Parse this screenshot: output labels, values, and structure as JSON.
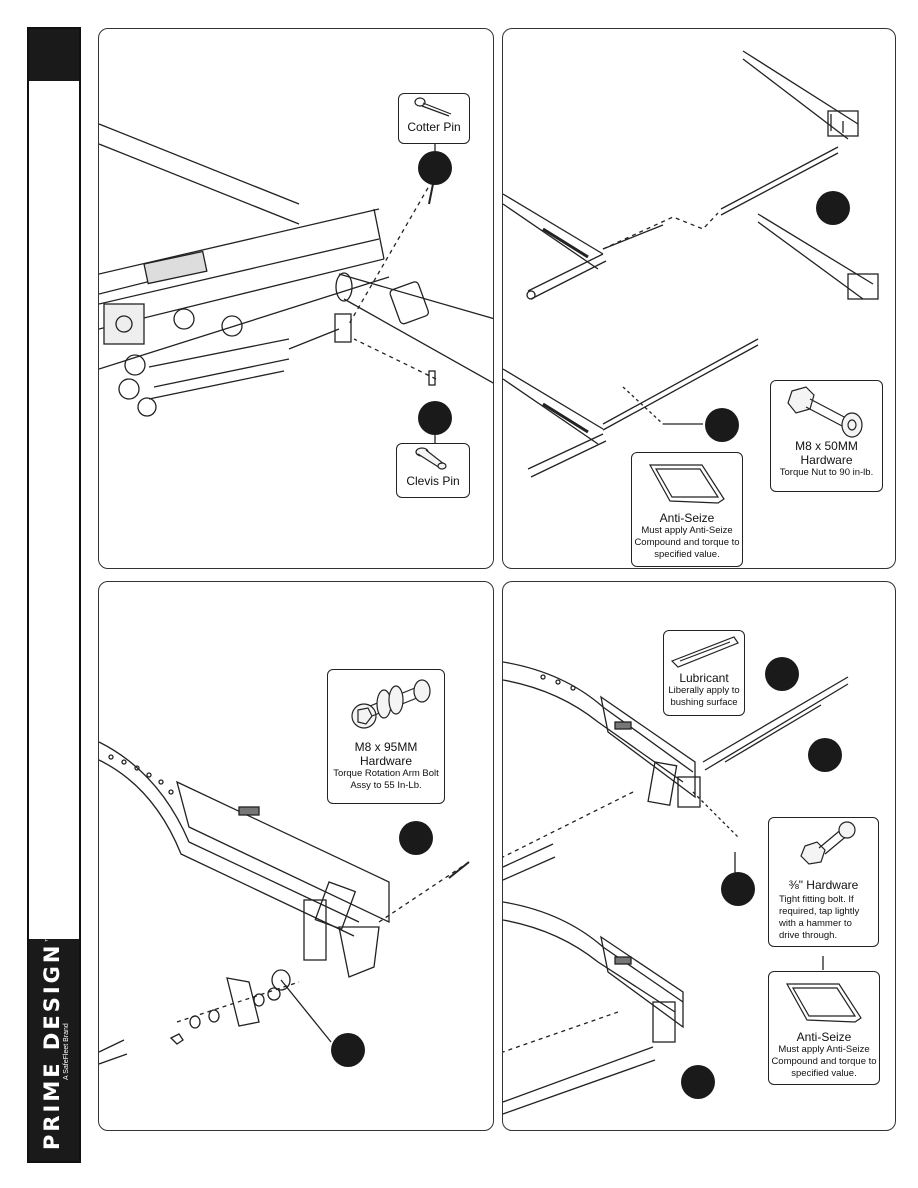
{
  "brand": {
    "name": "PRIME DESIGN",
    "tagline": "A SafeFleet Brand",
    "trademark": "™"
  },
  "panel1": {
    "cotter_pin": {
      "title": "Cotter Pin"
    },
    "clevis_pin": {
      "title": "Clevis Pin"
    }
  },
  "panel2": {
    "hardware": {
      "title": "M8 x 50MM\nHardware",
      "desc": "Torque Nut to 90 in-lb."
    },
    "anti_seize": {
      "title": "Anti-Seize",
      "desc": "Must apply Anti-Seize Compound and torque to specified value."
    }
  },
  "panel3": {
    "hardware": {
      "title": "M8 x 95MM\nHardware",
      "desc": "Torque Rotation Arm Bolt Assy to 55 In-Lb."
    }
  },
  "panel4": {
    "lubricant": {
      "title": "Lubricant",
      "desc": "Liberally apply to bushing surface"
    },
    "hardware": {
      "title": "⅜\" Hardware",
      "desc": "Tight fitting bolt. If required, tap lightly with a hammer to drive through."
    },
    "anti_seize": {
      "title": "Anti-Seize",
      "desc": "Must apply Anti-Seize Compound and torque to specified value."
    }
  }
}
